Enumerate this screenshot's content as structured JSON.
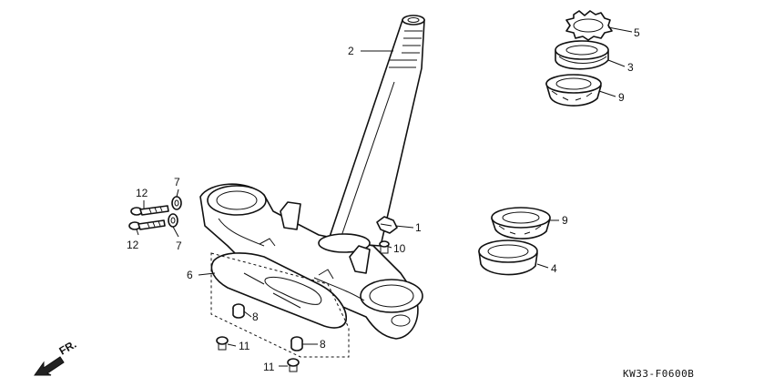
{
  "diagram": {
    "callouts": [
      {
        "id": "c2",
        "text": "2"
      },
      {
        "id": "c5",
        "text": "5"
      },
      {
        "id": "c3",
        "text": "3"
      },
      {
        "id": "c9a",
        "text": "9"
      },
      {
        "id": "c9b",
        "text": "9"
      },
      {
        "id": "c4",
        "text": "4"
      },
      {
        "id": "c1",
        "text": "1"
      },
      {
        "id": "c10",
        "text": "10"
      },
      {
        "id": "c12a",
        "text": "12"
      },
      {
        "id": "c12b",
        "text": "12"
      },
      {
        "id": "c7a",
        "text": "7"
      },
      {
        "id": "c7b",
        "text": "7"
      },
      {
        "id": "c6",
        "text": "6"
      },
      {
        "id": "c8a",
        "text": "8"
      },
      {
        "id": "c8b",
        "text": "8"
      },
      {
        "id": "c11a",
        "text": "11"
      },
      {
        "id": "c11b",
        "text": "11"
      }
    ],
    "direction_label": "FR.",
    "drawing_code": "KW33-F0600B"
  }
}
